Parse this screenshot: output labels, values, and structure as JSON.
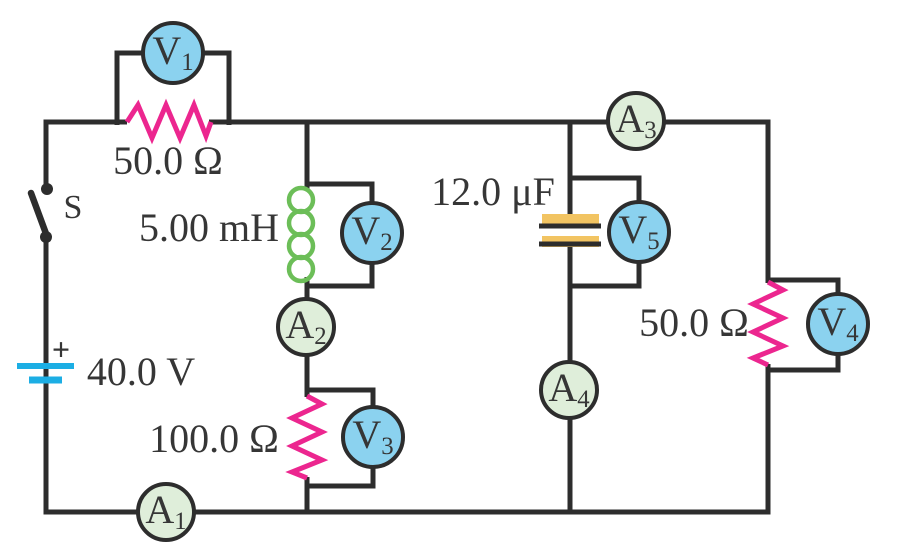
{
  "colors": {
    "background": "#ffffff",
    "wire": "#2d2d2d",
    "voltmeter_fill": "#8bd2ef",
    "ammeter_fill": "#dfeeda",
    "resistor": "#ec268f",
    "inductor": "#6cbe58",
    "capacitor_plate": "#f2c462",
    "battery_plate": "#1caee4",
    "text": "#363636"
  },
  "components": {
    "switch": {
      "label": "S"
    },
    "battery": {
      "label": "40.0 V",
      "polarity": "+"
    },
    "resistor_top": {
      "label": "50.0 Ω"
    },
    "inductor": {
      "label": "5.00 mH"
    },
    "capacitor": {
      "label": "12.0 μF"
    },
    "resistor_middle": {
      "label": "100.0 Ω"
    },
    "resistor_right": {
      "label": "50.0 Ω"
    }
  },
  "meters": {
    "v1": {
      "base": "V",
      "sub": "1"
    },
    "v2": {
      "base": "V",
      "sub": "2"
    },
    "v3": {
      "base": "V",
      "sub": "3"
    },
    "v4": {
      "base": "V",
      "sub": "4"
    },
    "v5": {
      "base": "V",
      "sub": "5"
    },
    "a1": {
      "base": "A",
      "sub": "1"
    },
    "a2": {
      "base": "A",
      "sub": "2"
    },
    "a3": {
      "base": "A",
      "sub": "3"
    },
    "a4": {
      "base": "A",
      "sub": "4"
    }
  }
}
